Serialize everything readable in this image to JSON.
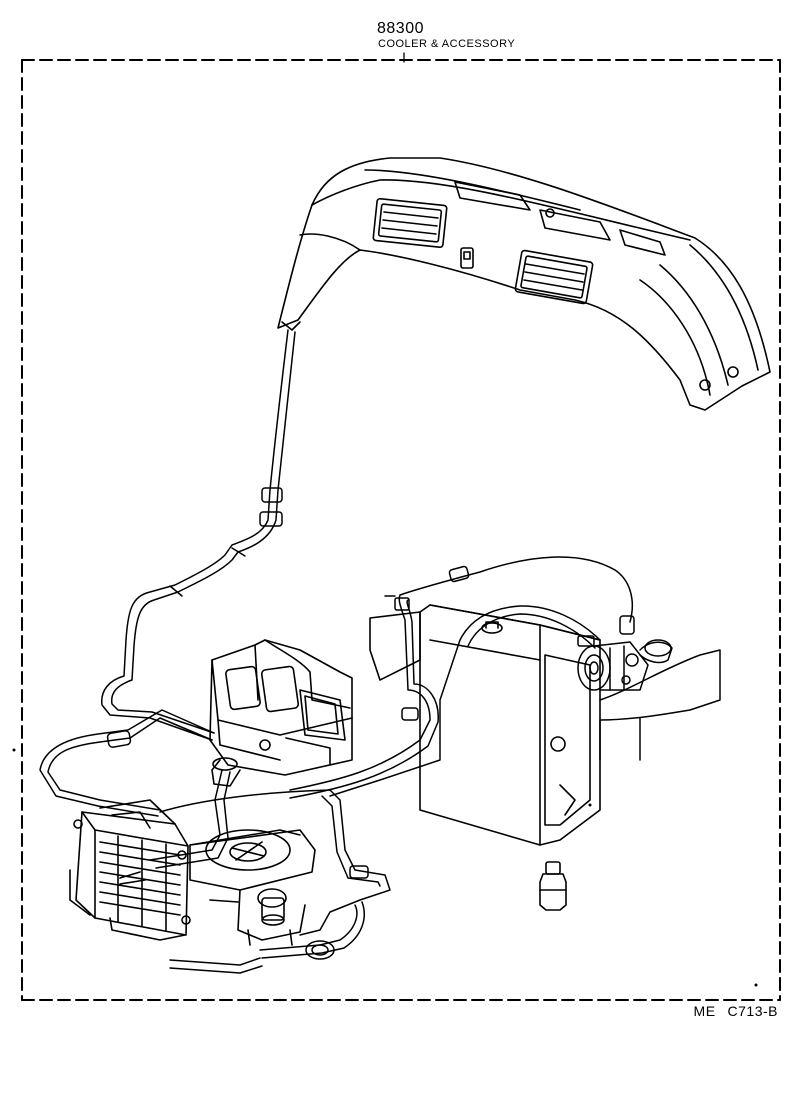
{
  "header": {
    "part_code": "88300",
    "part_name": "COOLER & ACCESSORY"
  },
  "footer": {
    "ref_prefix": "ME",
    "ref_code": "C713-B"
  },
  "colors": {
    "ink": "#000000",
    "paper": "#ffffff"
  }
}
